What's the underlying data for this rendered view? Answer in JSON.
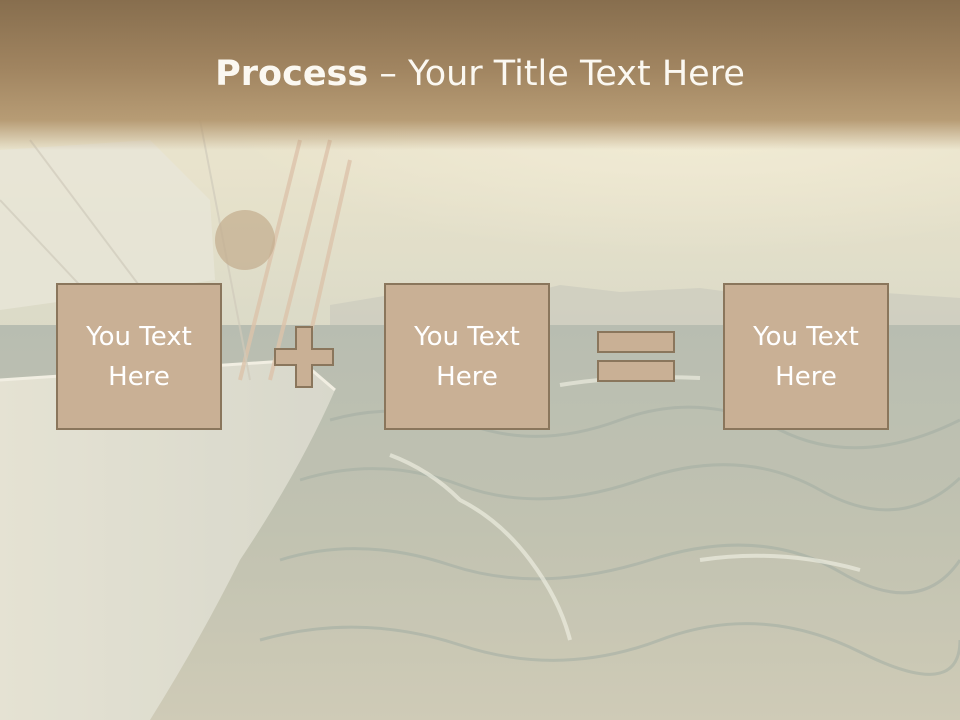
{
  "slide": {
    "title_bold": "Process",
    "title_rest": " – Your Title Text Here"
  },
  "boxes": [
    {
      "line1": "You Text",
      "line2": "Here"
    },
    {
      "line1": "You Text",
      "line2": "Here"
    },
    {
      "line1": "You Text",
      "line2": "Here"
    }
  ],
  "operators": [
    "plus-icon",
    "equals-icon"
  ],
  "colors": {
    "header": "#9e825e",
    "box_fill": "#c9b095",
    "box_border": "#8a765c",
    "text": "#ffffff"
  }
}
